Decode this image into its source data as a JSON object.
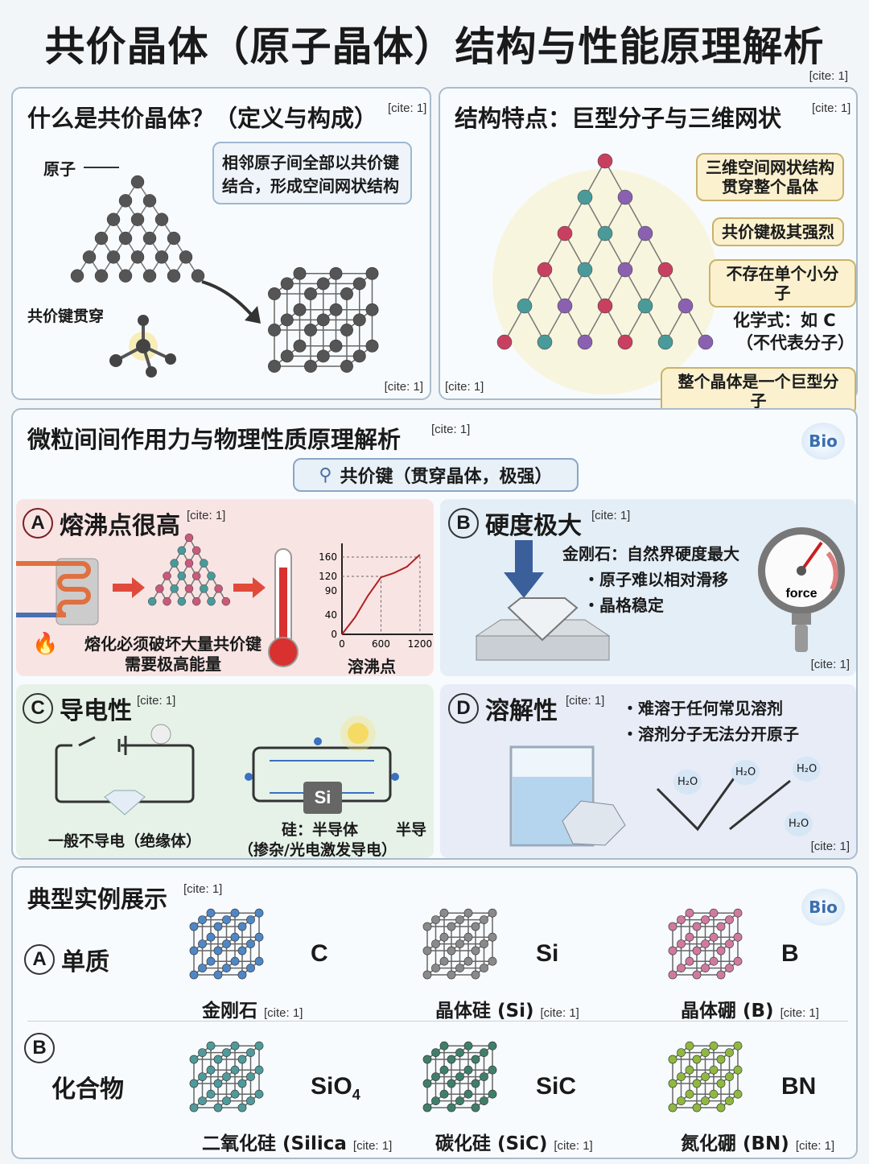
{
  "title": "共价晶体（原子晶体）结构与性能原理解析",
  "cite": "[cite: 1]",
  "definition": {
    "heading": "什么是共价晶体？（定义与构成）",
    "label_atom": "原子",
    "label_bond": "共价键贯穿",
    "callout": [
      "相邻原子间全部以共价键",
      "结合，形成空间网状结构"
    ]
  },
  "structure": {
    "heading": "结构特点：巨型分子与三维网状",
    "tags": [
      "三维空间网状结构\n贯穿整个晶体",
      "共价键极其强烈",
      "不存在单个小分子",
      "整个晶体是一个巨型分子"
    ],
    "formula_lines": [
      "化学式：如 C",
      "（不代表分子）"
    ]
  },
  "properties": {
    "heading": "微粒间间作用力与物理性质原理解析",
    "bio_badge": "Bio",
    "bond_pill": "共价键（贯穿晶体，极强）",
    "a": {
      "letter": "A",
      "title": "熔沸点很高",
      "lines": [
        "熔化必须破坏大量共价键",
        "需要极高能量"
      ]
    },
    "b": {
      "letter": "B",
      "title": "硬度极大",
      "headline": "金刚石：自然界硬度最大",
      "bullets": [
        "・原子难以相对滑移",
        "・晶格稳定"
      ],
      "gauge_label": "force"
    },
    "c": {
      "letter": "C",
      "title": "导电性",
      "left_caption": "一般不导电（绝缘体）",
      "chip": "Si",
      "semi_label": "半导",
      "right_caption": [
        "硅：半导体",
        "（掺杂/光电激发导电）"
      ]
    },
    "d": {
      "letter": "D",
      "title": "溶解性",
      "bullets": [
        "・难溶于任何常见溶剂",
        "・溶剂分子无法分开原子"
      ],
      "water": "H₂O"
    }
  },
  "chart_data": {
    "type": "line",
    "title": "",
    "xlabel": "溶沸点",
    "ylabel": "",
    "x_ticks": [
      0,
      600,
      1200
    ],
    "y_ticks": [
      0,
      40,
      90,
      120,
      160
    ],
    "xlim": [
      0,
      1300
    ],
    "ylim": [
      0,
      175
    ],
    "x": [
      0,
      200,
      400,
      600,
      800,
      1000,
      1200
    ],
    "y": [
      0,
      35,
      80,
      118,
      127,
      140,
      165
    ],
    "reference_lines": [
      {
        "x": 600,
        "y": 120
      },
      {
        "x": 1200,
        "y": 160
      }
    ]
  },
  "examples": {
    "heading": "典型实例展示",
    "bio_badge": "Bio",
    "elements": {
      "letter": "A",
      "label": "单质",
      "items": [
        {
          "symbol": "C",
          "name": "金刚石",
          "color": "#4f86c6"
        },
        {
          "symbol": "Si",
          "name": "晶体硅 (Si)",
          "color": "#8a8a8a"
        },
        {
          "symbol": "B",
          "name": "晶体硼 (B)",
          "color": "#d07aa0"
        }
      ]
    },
    "compounds": {
      "letter": "B",
      "label": "化合物",
      "items": [
        {
          "symbol": "SiO",
          "sub": "4",
          "name": "二氧化硅 (Silica",
          "color": "#4f9a9a"
        },
        {
          "symbol": "SiC",
          "name": "碳化硅 (SiC)",
          "color": "#3f7f6a"
        },
        {
          "symbol": "BN",
          "name": "氮化硼 (BN)",
          "color": "#8fb840"
        }
      ]
    }
  }
}
